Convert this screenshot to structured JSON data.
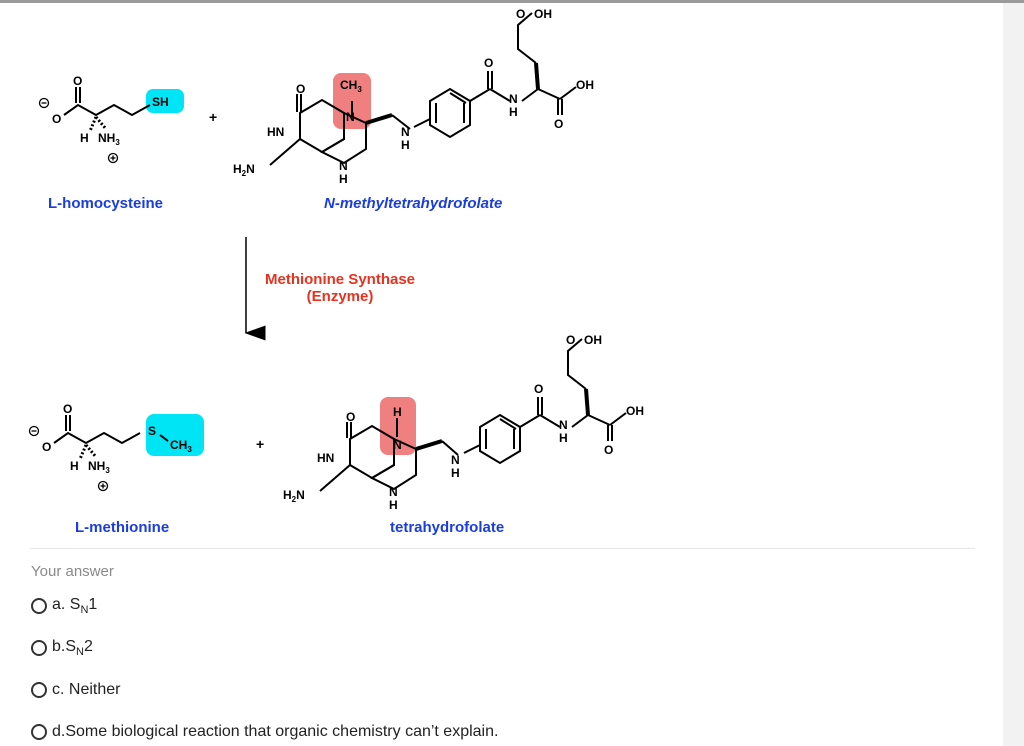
{
  "scheme": {
    "labels": {
      "homocysteine": "L-homocysteine",
      "methylthf": "N-methyltetrahydrofolate",
      "methionine": "L-methionine",
      "thf": "tetrahydrofolate"
    },
    "enzyme": {
      "line1": "Methionine Synthase",
      "line2": "(Enzyme)"
    },
    "plus": "+",
    "atoms": {
      "sh": "SH",
      "s": "S",
      "ch3": "CH",
      "sub3": "3",
      "nh": "NH",
      "h": "H",
      "n": "N",
      "o": "O",
      "oh": "OH",
      "hn": "HN",
      "h2n_h": "H",
      "h2n_sub": "2",
      "h2n_n": "N"
    },
    "colors": {
      "label_blue": "#1a3de0",
      "enzyme_red": "#e8321f",
      "cyan_highlight": "#00e5f5",
      "red_highlight": "#f08080"
    }
  },
  "question": {
    "your_answer": "Your answer",
    "options": [
      {
        "letter": "a.",
        "text": "S",
        "sub": "N",
        "tail": "1"
      },
      {
        "letter": "b.",
        "text": "S",
        "sub": "N",
        "tail": "2"
      },
      {
        "letter": "c.",
        "text": "Neither",
        "sub": "",
        "tail": ""
      },
      {
        "letter": "d.",
        "text": "Some biological reaction that organic chemistry can’t explain.",
        "sub": "",
        "tail": ""
      }
    ]
  }
}
